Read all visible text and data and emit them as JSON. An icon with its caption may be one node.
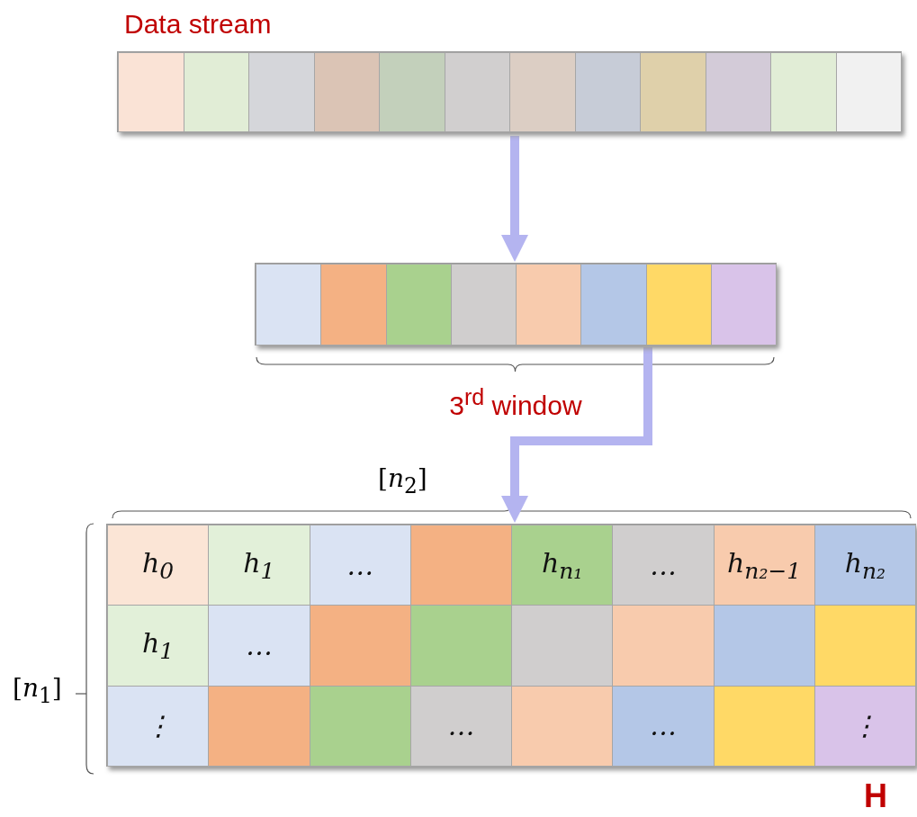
{
  "diagram": {
    "nodes": [
      {
        "text": [
          "Data stream"
        ]
      },
      {
        "text": [],
        "shape": "box",
        "in": 0
      },
      {
        "text": [],
        "shape": "box",
        "in": 0
      },
      {
        "text": [],
        "shape": "box",
        "in": 0
      },
      {
        "text": [],
        "shape": "box",
        "in": 0
      },
      {
        "text": [],
        "shape": "box",
        "in": 0
      },
      {
        "text": [],
        "shape": "box",
        "in": 0
      },
      {
        "text": [],
        "shape": "box",
        "in": 0
      },
      {
        "text": [],
        "shape": "box",
        "in": 0
      },
      {
        "text": [],
        "shape": "box",
        "in": 0
      },
      {
        "text": [],
        "shape": "box",
        "in": 0
      },
      {
        "text": [],
        "shape": "box",
        "in": 0
      },
      {
        "text": [],
        "shape": "box",
        "in": 0
      },
      {
        "text": [],
        "shape": "box",
        "beside": [
          "3$^{rd}$ window"
        ]
      },
      {
        "text": [],
        "shape": "box",
        "in": 13
      },
      {
        "text": [],
        "shape": "box",
        "in": 13
      },
      {
        "text": [],
        "shape": "box",
        "in": 13
      },
      {
        "text": [],
        "shape": "box",
        "in": 13
      },
      {
        "text": [],
        "shape": "box",
        "in": 13
      },
      {
        "text": [],
        "shape": "box",
        "in": 13
      },
      {
        "text": [],
        "shape": "box",
        "in": 13
      },
      {
        "text": [],
        "shape": "box",
        "in": 13
      },
      {
        "text": [],
        "shape": "box",
        "beside": [
          "H"
        ]
      },
      {
        "text": [
          "h$_{0}$"
        ],
        "in": 22
      },
      {
        "text": [
          "h$_{1}$"
        ],
        "in": 22
      },
      {
        "text": [
          "…"
        ],
        "in": 22
      },
      {
        "text": [],
        "shape": "box",
        "in": 22
      },
      {
        "text": [
          "h$_{n₁}$"
        ],
        "in": 22
      },
      {
        "text": [
          "…"
        ],
        "in": 22
      },
      {
        "text": [
          "h$_{n₂−1}$"
        ],
        "in": 22
      },
      {
        "text": [
          "h$_{n₂}$"
        ],
        "in": 22
      },
      {
        "text": [
          "h$_{1}$"
        ],
        "in": 22
      },
      {
        "text": [
          "…"
        ],
        "in": 22
      },
      {
        "text": [],
        "shape": "box",
        "in": 22
      },
      {
        "text": [],
        "shape": "box",
        "in": 22
      },
      {
        "text": [],
        "shape": "box",
        "in": 22
      },
      {
        "text": [],
        "shape": "box",
        "in": 22
      },
      {
        "text": [],
        "shape": "box",
        "in": 22
      },
      {
        "text": [],
        "shape": "box",
        "in": 22
      },
      {
        "text": [
          "⋮"
        ],
        "in": 22
      },
      {
        "text": [],
        "shape": "box",
        "in": 22
      },
      {
        "text": [],
        "shape": "box",
        "in": 22
      },
      {
        "text": [
          "…"
        ],
        "in": 22
      },
      {
        "text": [],
        "shape": "box",
        "in": 22
      },
      {
        "text": [
          "…"
        ],
        "in": 22
      },
      {
        "text": [],
        "shape": "box",
        "in": 22
      },
      {
        "text": [
          "⋮"
        ],
        "in": 22
      }
    ],
    "edges": [
      {
        "from": 0,
        "to": 13,
        "arrow": "to"
      },
      {
        "from": 13,
        "to": 22,
        "arrow": "to"
      }
    ],
    "labels": [
      "[*n*$_{2}$]",
      "[*n*$_{1}$]"
    ]
  }
}
